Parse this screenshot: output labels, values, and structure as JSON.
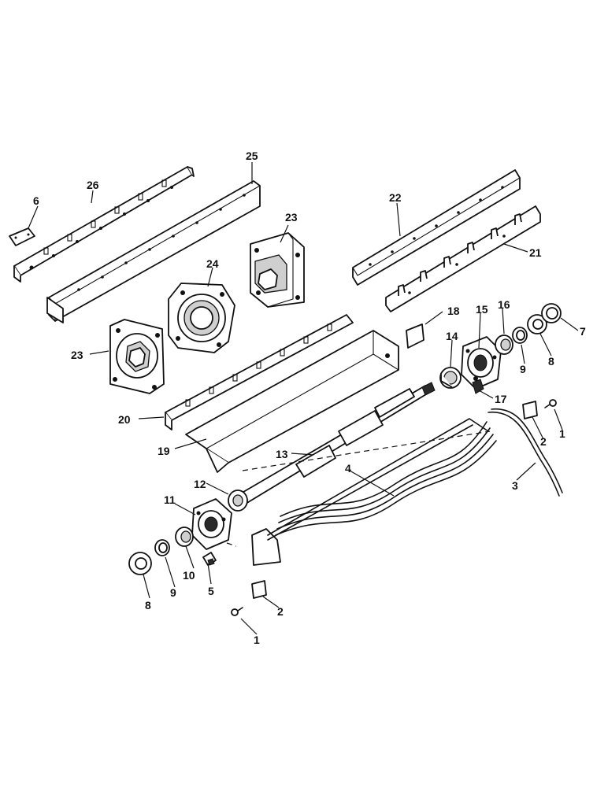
{
  "diagram": {
    "callouts": [
      {
        "id": "c1a",
        "text": "1"
      },
      {
        "id": "c1b",
        "text": "1"
      },
      {
        "id": "c2a",
        "text": "2"
      },
      {
        "id": "c2b",
        "text": "2"
      },
      {
        "id": "c3",
        "text": "3"
      },
      {
        "id": "c4",
        "text": "4"
      },
      {
        "id": "c5",
        "text": "5"
      },
      {
        "id": "c6",
        "text": "6"
      },
      {
        "id": "c7",
        "text": "7"
      },
      {
        "id": "c8a",
        "text": "8"
      },
      {
        "id": "c8b",
        "text": "8"
      },
      {
        "id": "c9a",
        "text": "9"
      },
      {
        "id": "c9b",
        "text": "9"
      },
      {
        "id": "c10",
        "text": "10"
      },
      {
        "id": "c11",
        "text": "11"
      },
      {
        "id": "c12",
        "text": "12"
      },
      {
        "id": "c13",
        "text": "13"
      },
      {
        "id": "c14",
        "text": "14"
      },
      {
        "id": "c15",
        "text": "15"
      },
      {
        "id": "c16",
        "text": "16"
      },
      {
        "id": "c17",
        "text": "17"
      },
      {
        "id": "c18",
        "text": "18"
      },
      {
        "id": "c19",
        "text": "19"
      },
      {
        "id": "c20",
        "text": "20"
      },
      {
        "id": "c21",
        "text": "21"
      },
      {
        "id": "c22",
        "text": "22"
      },
      {
        "id": "c23a",
        "text": "23"
      },
      {
        "id": "c23b",
        "text": "23"
      },
      {
        "id": "c24",
        "text": "24"
      },
      {
        "id": "c25",
        "text": "25"
      },
      {
        "id": "c26",
        "text": "26"
      }
    ]
  }
}
